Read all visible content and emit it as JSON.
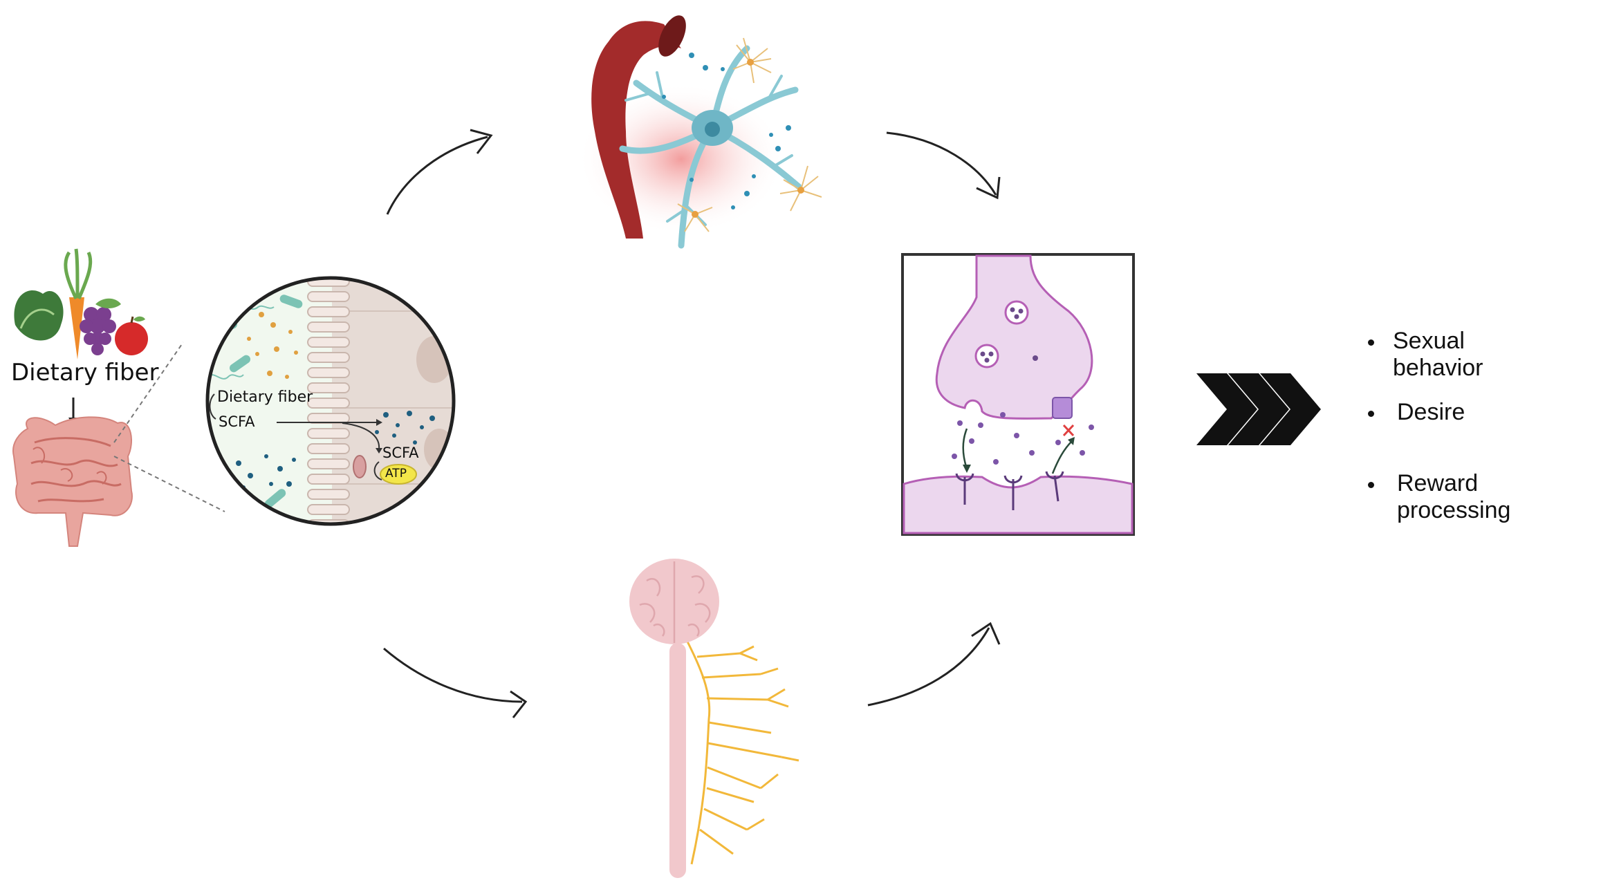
{
  "left": {
    "food_label": "Dietary fiber"
  },
  "zoom": {
    "dietary_fiber": "Dietary fiber",
    "scfa_left": "SCFA",
    "scfa_right": "SCFA",
    "atp": "ATP"
  },
  "outcomes": [
    "Sexual behavior",
    "Desire",
    "Reward processing"
  ],
  "colors": {
    "intestine": "#e8a59e",
    "neuron": "#8ac9d4",
    "vessel": "#a32b2b",
    "synapse_fill": "#ecd7ee",
    "synapse_line": "#b55fb5",
    "nerve": "#f2b83a",
    "brain": "#f1c8cc"
  }
}
